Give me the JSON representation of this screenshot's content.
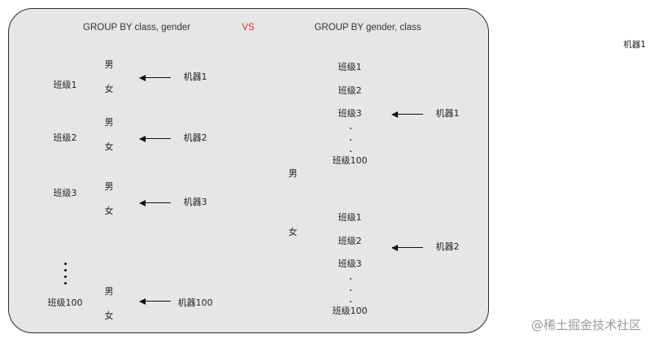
{
  "diagram": {
    "left_title": "GROUP BY class, gender",
    "vs_label": "VS",
    "right_title": "GROUP BY gender, class",
    "colors": {
      "panel_bg": "#e6e6e6",
      "border": "#2a2a2a",
      "vs": "#e03030"
    },
    "left": {
      "groups": [
        {
          "class": "班级1",
          "male": "男",
          "female": "女",
          "machine": "机器1"
        },
        {
          "class": "班级2",
          "male": "男",
          "female": "女",
          "machine": "机器2"
        },
        {
          "class": "班级3",
          "male": "男",
          "female": "女",
          "machine": "机器3"
        },
        {
          "class": "班级100",
          "male": "男",
          "female": "女",
          "machine": "机器100"
        }
      ]
    },
    "right": {
      "groups": [
        {
          "gender": "男",
          "classes": [
            "班级1",
            "班级2",
            "班级3",
            "班级100"
          ],
          "machine": "机器1"
        },
        {
          "gender": "女",
          "classes": [
            "班级1",
            "班级2",
            "班级3",
            "班级100"
          ],
          "machine": "机器2"
        }
      ]
    },
    "outside_label": "机器1"
  },
  "watermark": "@稀土掘金技术社区"
}
